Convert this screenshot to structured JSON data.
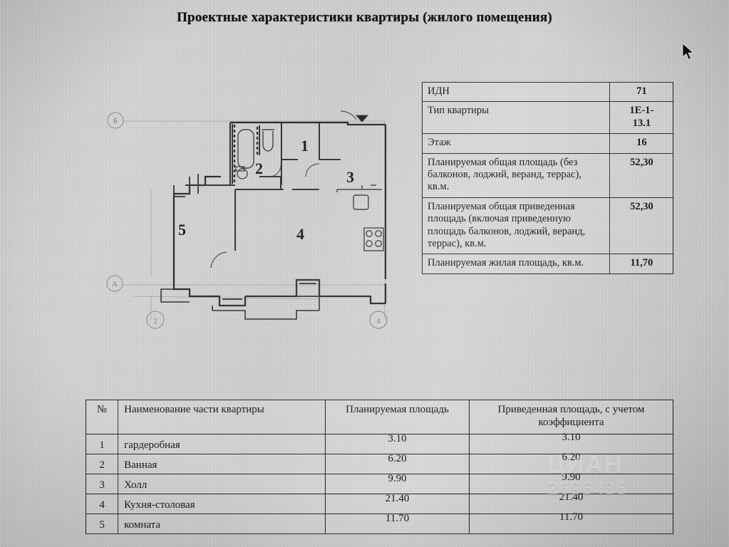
{
  "document": {
    "title": "Проектные характеристики квартиры (жилого помещения)"
  },
  "info_table": {
    "rows": [
      {
        "label": "ИДН",
        "value": "71"
      },
      {
        "label": "Тип квартиры",
        "value": "1Е-1-\n13.1"
      },
      {
        "label": "Этаж",
        "value": "16"
      },
      {
        "label": "Планируемая общая площадь (без балконов, лоджий, веранд, террас), кв.м.",
        "value": "52,30"
      },
      {
        "label": "Планируемая общая приведенная площадь (включая приведенную площадь балконов, лоджий, веранд, террас), кв.м.",
        "value": "52,30"
      },
      {
        "label": "Планируемая жилая площадь, кв.м.",
        "value": "11,70"
      }
    ]
  },
  "parts_table": {
    "headers": {
      "num": "№",
      "name": "Наименование части квартиры",
      "planned": "Планируемая площадь",
      "reduced": "Приведенная площадь, с учетом коэффициента"
    },
    "rows": [
      {
        "num": "1",
        "name": "гардеробная",
        "planned": "3.10",
        "reduced": "3.10"
      },
      {
        "num": "2",
        "name": "Ванная",
        "planned": "6.20",
        "reduced": "6.20"
      },
      {
        "num": "3",
        "name": "Холл",
        "planned": "9.90",
        "reduced": "9.90"
      },
      {
        "num": "4",
        "name": "Кухня-столовая",
        "planned": "21.40",
        "reduced": "21.40"
      },
      {
        "num": "5",
        "name": "комната",
        "planned": "11.70",
        "reduced": "11.70"
      }
    ]
  },
  "floor_plan": {
    "room_labels": [
      {
        "id": "1",
        "text": "1"
      },
      {
        "id": "2",
        "text": "2"
      },
      {
        "id": "3",
        "text": "3"
      },
      {
        "id": "4",
        "text": "4"
      },
      {
        "id": "5",
        "text": "5"
      }
    ],
    "axis_markers": [
      {
        "id": "top-left",
        "text": "Б"
      },
      {
        "id": "mid-left",
        "text": "А"
      },
      {
        "id": "bottom-left",
        "text": "2"
      },
      {
        "id": "bottom-right",
        "text": "4"
      }
    ]
  },
  "watermark": {
    "brand": "ЦИАН",
    "code": "2696436"
  },
  "colors": {
    "paper": "#cbcbcb",
    "ink": "#1a1a1a",
    "line": "#2b2b2b"
  }
}
